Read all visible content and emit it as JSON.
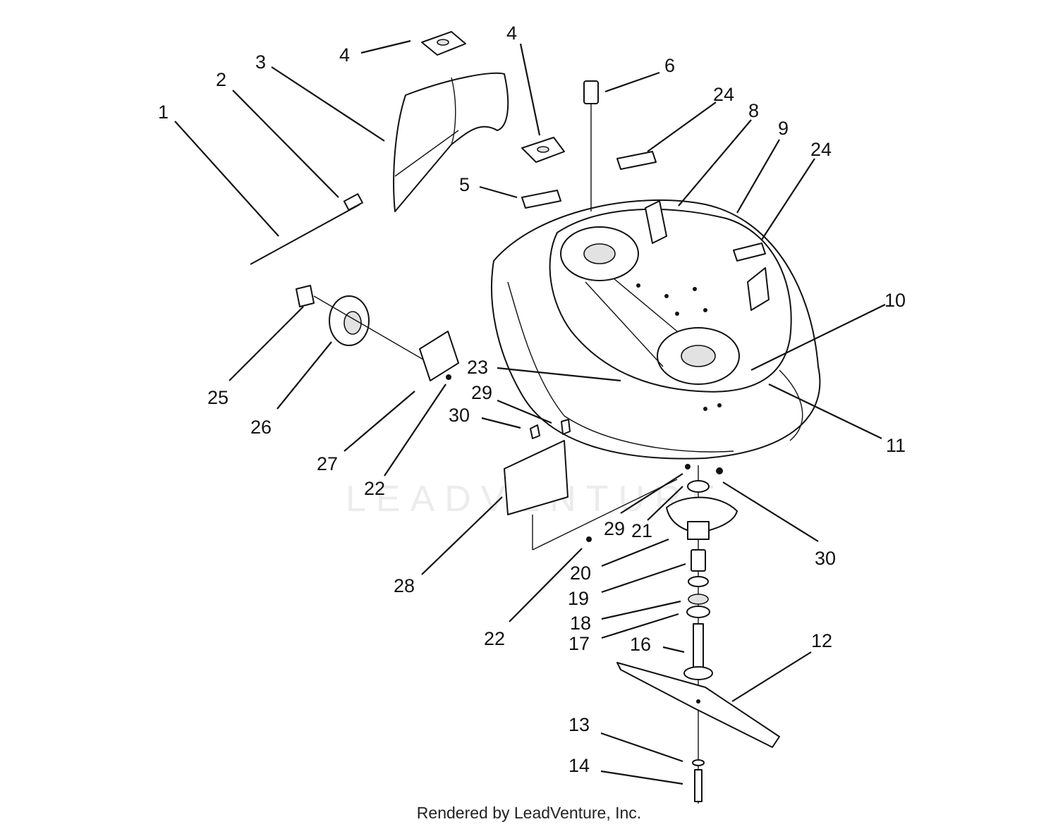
{
  "callouts": [
    {
      "id": "c1",
      "label": "1"
    },
    {
      "id": "c2",
      "label": "2"
    },
    {
      "id": "c3",
      "label": "3"
    },
    {
      "id": "c4a",
      "label": "4"
    },
    {
      "id": "c4b",
      "label": "4"
    },
    {
      "id": "c5",
      "label": "5"
    },
    {
      "id": "c6",
      "label": "6"
    },
    {
      "id": "c24a",
      "label": "24"
    },
    {
      "id": "c8",
      "label": "8"
    },
    {
      "id": "c9",
      "label": "9"
    },
    {
      "id": "c24b",
      "label": "24"
    },
    {
      "id": "c10",
      "label": "10"
    },
    {
      "id": "c23",
      "label": "23"
    },
    {
      "id": "c11",
      "label": "11"
    },
    {
      "id": "c25",
      "label": "25"
    },
    {
      "id": "c26",
      "label": "26"
    },
    {
      "id": "c29a",
      "label": "29"
    },
    {
      "id": "c30a",
      "label": "30"
    },
    {
      "id": "c27",
      "label": "27"
    },
    {
      "id": "c22a",
      "label": "22"
    },
    {
      "id": "c29b",
      "label": "29"
    },
    {
      "id": "c21",
      "label": "21"
    },
    {
      "id": "c30b",
      "label": "30"
    },
    {
      "id": "c28",
      "label": "28"
    },
    {
      "id": "c20",
      "label": "20"
    },
    {
      "id": "c19",
      "label": "19"
    },
    {
      "id": "c18",
      "label": "18"
    },
    {
      "id": "c17",
      "label": "17"
    },
    {
      "id": "c16",
      "label": "16"
    },
    {
      "id": "c22b",
      "label": "22"
    },
    {
      "id": "c12",
      "label": "12"
    },
    {
      "id": "c13",
      "label": "13"
    },
    {
      "id": "c14",
      "label": "14"
    }
  ],
  "watermark": "LEADVENTURE",
  "credit": "Rendered by LeadVenture, Inc."
}
